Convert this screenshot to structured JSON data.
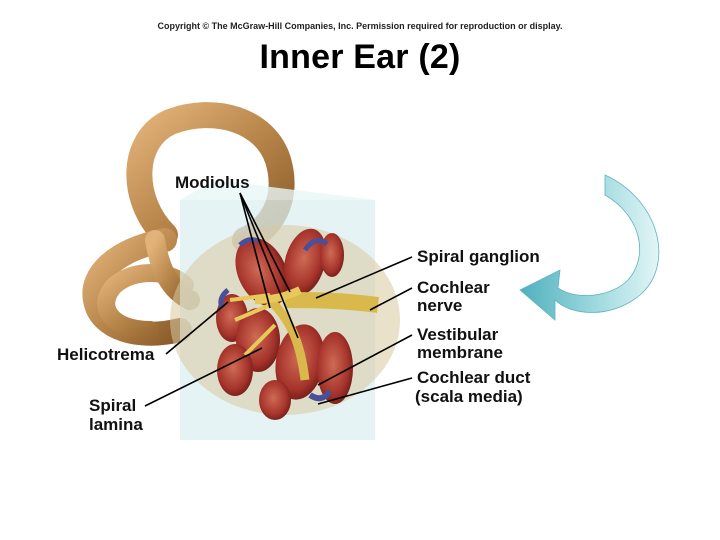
{
  "copyright": "Copyright © The McGraw-Hill Companies, Inc. Permission required for reproduction or display.",
  "title": "Inner Ear (2)",
  "labels": {
    "modiolus": "Modiolus",
    "spiral_ganglion": "Spiral ganglion",
    "cochlear_nerve_1": "Cochlear",
    "cochlear_nerve_2": "nerve",
    "vestibular_membrane_1": "Vestibular",
    "vestibular_membrane_2": "membrane",
    "cochlear_duct_1": "Cochlear duct",
    "cochlear_duct_2": "(scala media)",
    "helicotrema": "Helicotrema",
    "spiral_lamina_1": "Spiral",
    "spiral_lamina_2": "lamina"
  },
  "colors": {
    "labyrinth": "#b8864a",
    "canal": "#a5332b",
    "lamina": "#d9b84c",
    "membrane": "#5a5fa8",
    "arrow": "#7cc6cf"
  }
}
